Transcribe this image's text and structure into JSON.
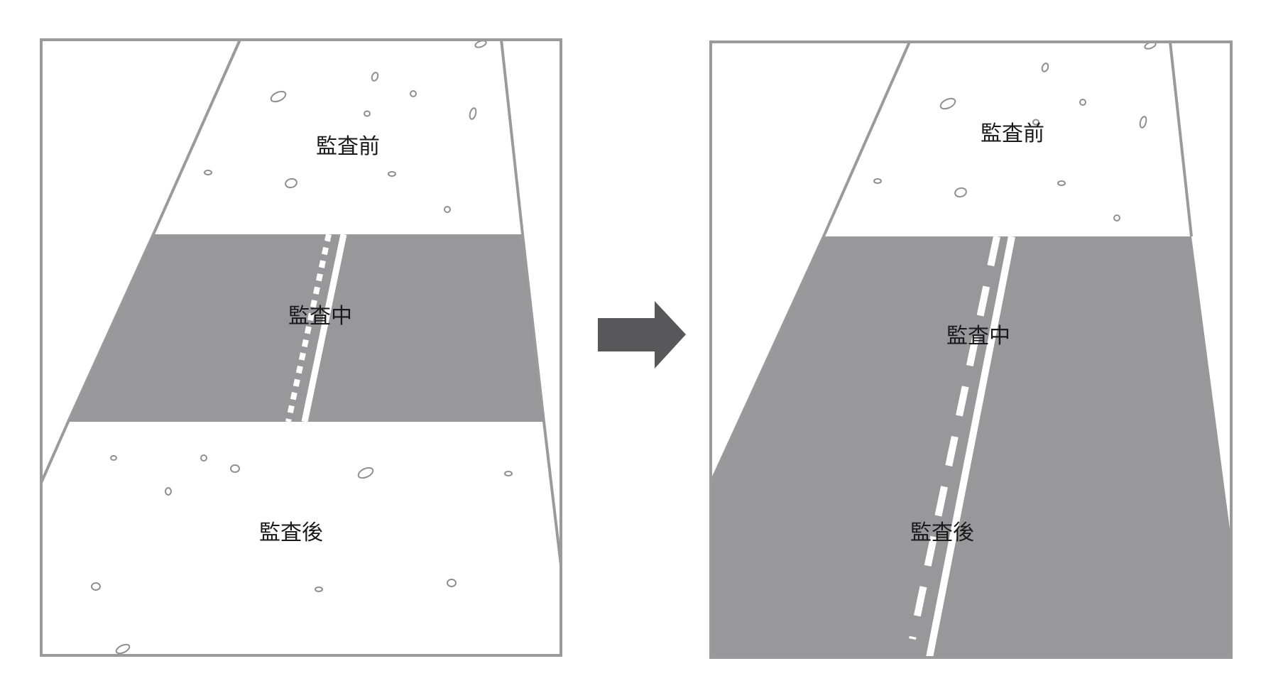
{
  "colors": {
    "asphalt": "#98989b",
    "frame": "#9a9a9c",
    "arrow": "#58585b",
    "line": "#ffffff",
    "text": "#1a1a1a"
  },
  "panels": {
    "left": {
      "before_label": "監査前",
      "during_label": "監査中",
      "after_label": "監査後"
    },
    "right": {
      "before_label": "監査前",
      "during_label": "監査中",
      "after_label": "監査後"
    }
  },
  "arrow": {
    "icon": "right-arrow-icon"
  }
}
